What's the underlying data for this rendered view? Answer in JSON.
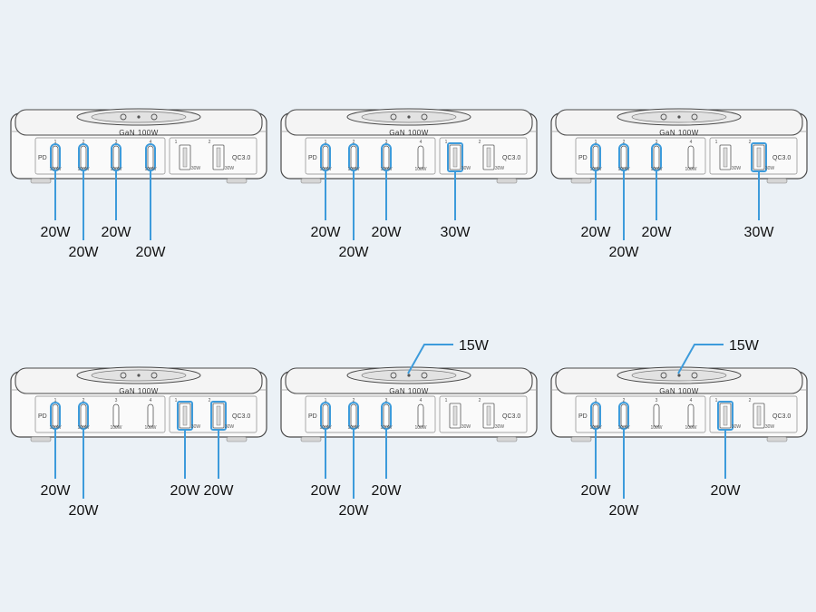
{
  "brand_label": "GaN 100W",
  "pd_label": "PD",
  "qc_label": "QC3.0",
  "port_numbers_c": [
    "1",
    "2",
    "3",
    "4"
  ],
  "port_numbers_a": [
    "1",
    "2"
  ],
  "port_caption_c": "100W",
  "port_caption_a": "30W",
  "colors": {
    "accent": "#3d9bdb",
    "background": "#ebf1f6",
    "outline": "#4a4a4a"
  },
  "configs": [
    {
      "active_ports": [
        "c1",
        "c2",
        "c3",
        "c4"
      ],
      "labels": [
        "20W",
        "20W",
        "20W",
        "20W"
      ],
      "wireless": ""
    },
    {
      "active_ports": [
        "c1",
        "c2",
        "c3",
        "a1"
      ],
      "labels": [
        "20W",
        "20W",
        "20W",
        "30W"
      ],
      "wireless": ""
    },
    {
      "active_ports": [
        "c1",
        "c2",
        "c3",
        "a2"
      ],
      "labels": [
        "20W",
        "20W",
        "20W",
        "30W"
      ],
      "wireless": ""
    },
    {
      "active_ports": [
        "c1",
        "c2",
        "a1",
        "a2"
      ],
      "labels": [
        "20W",
        "20W",
        "20W",
        "20W"
      ],
      "wireless": ""
    },
    {
      "active_ports": [
        "c1",
        "c2",
        "c3"
      ],
      "labels": [
        "20W",
        "20W",
        "20W"
      ],
      "wireless": "15W"
    },
    {
      "active_ports": [
        "c1",
        "c2",
        "a1"
      ],
      "labels": [
        "20W",
        "20W",
        "20W"
      ],
      "wireless": "15W"
    }
  ]
}
